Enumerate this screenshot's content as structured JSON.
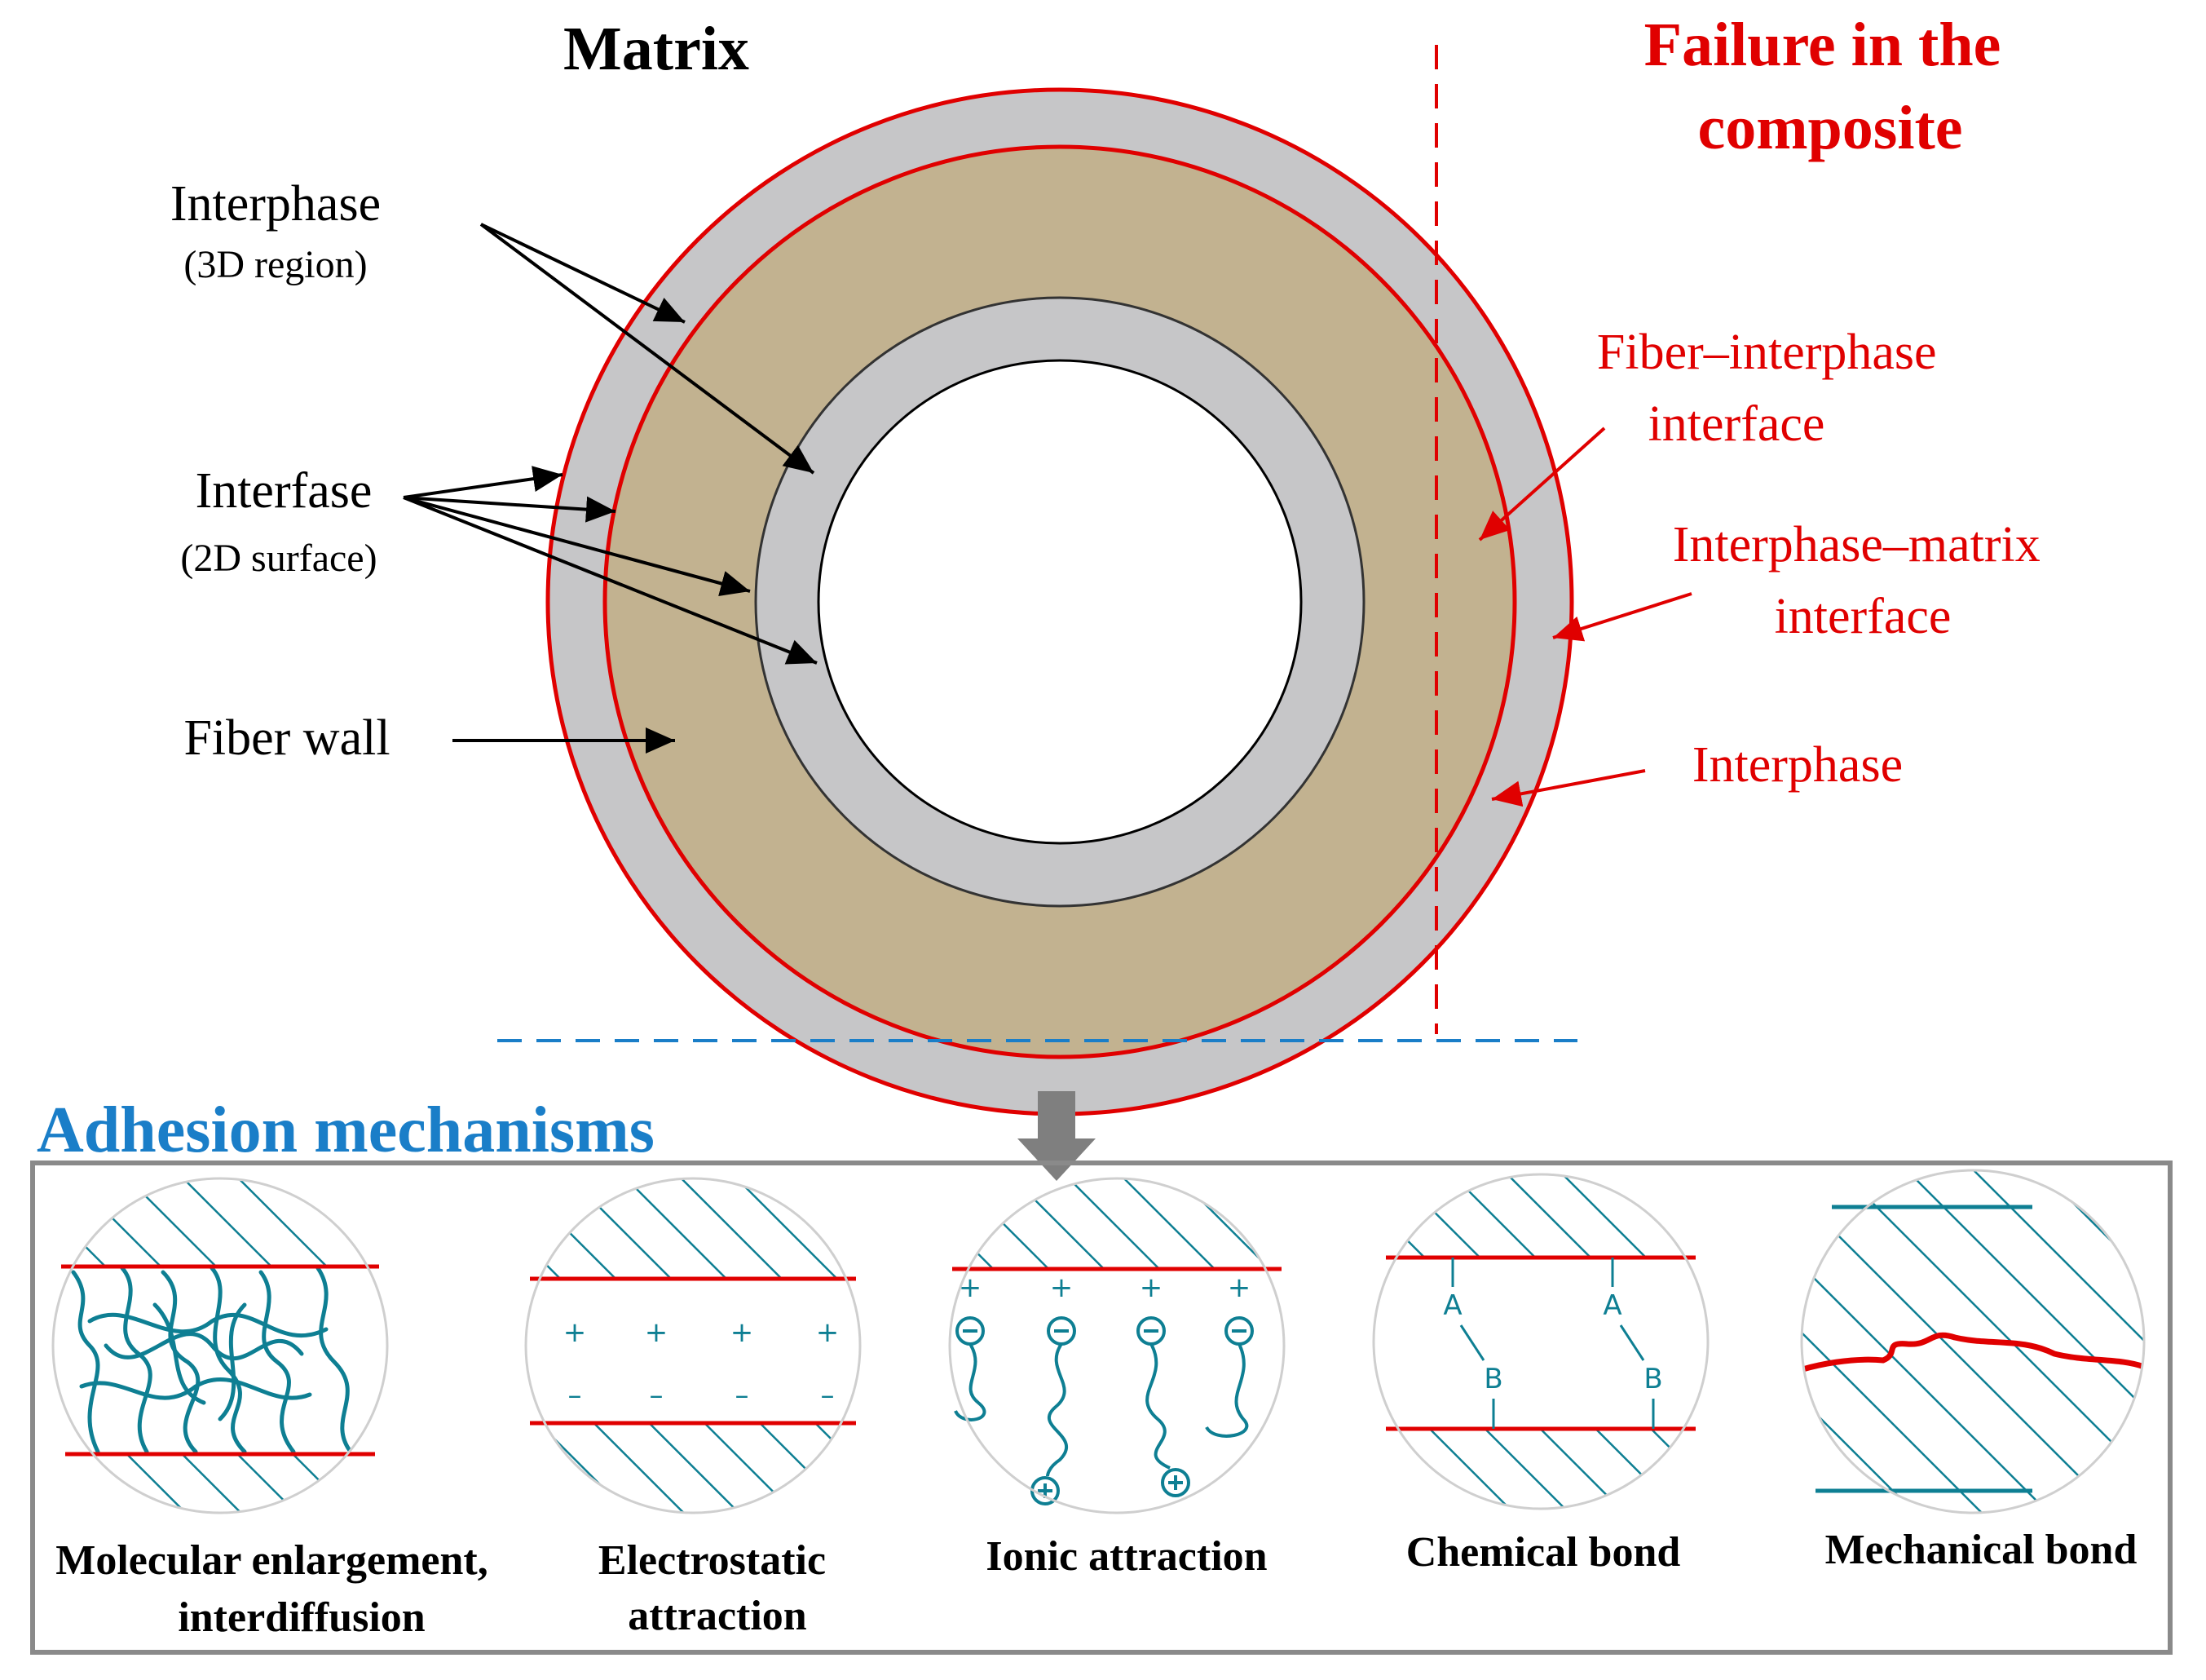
{
  "title_matrix": "Matrix",
  "title_failure": [
    "Failure in the",
    "composite"
  ],
  "left_labels": {
    "interphase": "Interphase",
    "interphase_sub": "(3D region)",
    "interfase": "Interfase",
    "interfase_sub": "(2D surface)",
    "fiber_wall": "Fiber wall"
  },
  "right_labels": {
    "fiber_interphase": [
      "Fiber–interphase",
      "interface"
    ],
    "interphase_matrix": [
      "Interphase–matrix",
      "interface"
    ],
    "interphase": "Interphase"
  },
  "adhesion_title": "Adhesion mechanisms",
  "mechanisms": [
    {
      "caption": [
        "Molecular enlargement,",
        "interdiffusion"
      ]
    },
    {
      "caption": [
        "Electrostatic",
        "attraction"
      ]
    },
    {
      "caption": [
        "Ionic attraction"
      ]
    },
    {
      "caption": [
        "Chemical bond"
      ]
    },
    {
      "caption": [
        "Mechanical bond"
      ]
    }
  ],
  "symbols": {
    "plus": "+",
    "minus": "–",
    "a": "A",
    "b": "B"
  },
  "colors": {
    "red": "#e00000",
    "blue": "#1a7ec8",
    "teal": "#0e7f93",
    "tan": "#c2b290",
    "gray": "#c6c6c8",
    "frame": "#8a8a8a"
  }
}
